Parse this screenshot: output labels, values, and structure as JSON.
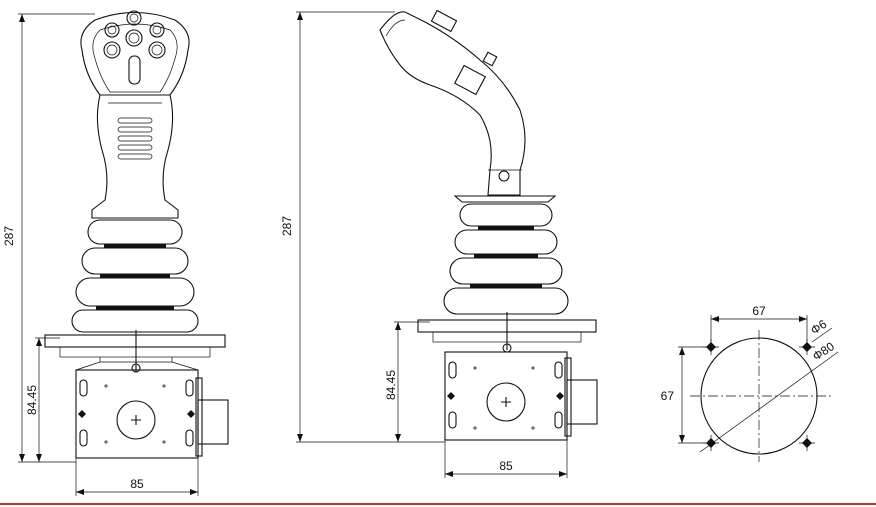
{
  "dimensions": {
    "front_height": "287",
    "front_base_height": "84.45",
    "front_width": "85",
    "side_height": "287",
    "side_base_height": "84.45",
    "side_width": "85",
    "mount_width": "67",
    "mount_height": "67",
    "hole_diameter": "Φ6",
    "circle_diameter": "Φ80"
  },
  "colors": {
    "line": "#111111",
    "bottom_rule": "#c0392b"
  }
}
